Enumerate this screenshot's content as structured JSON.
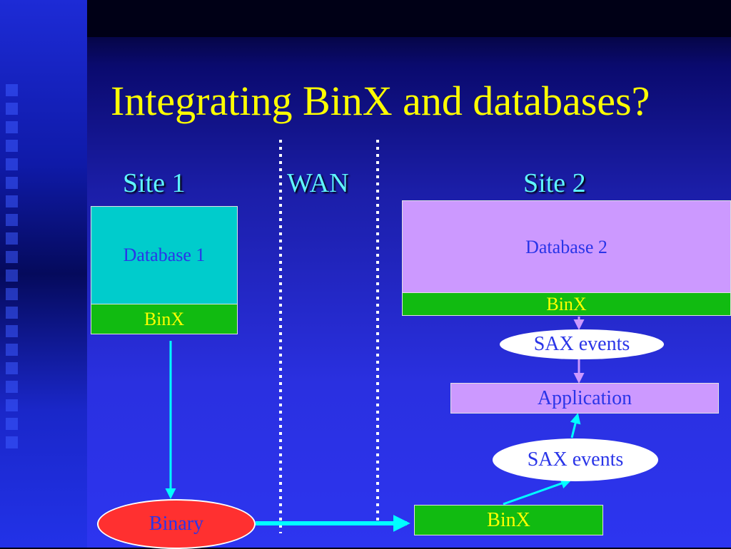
{
  "title": "Integrating BinX and databases?",
  "labels": {
    "site1": "Site 1",
    "wan": "WAN",
    "site2": "Site 2"
  },
  "site1": {
    "database": "Database 1",
    "binx": "BinX"
  },
  "site2": {
    "database": "Database 2",
    "binx": "BinX",
    "sax_events_top": "SAX events",
    "application": "Application",
    "sax_events_bottom": "SAX events",
    "binx_receiver": "BinX"
  },
  "binary": "Binary",
  "colors": {
    "title": "#ffff00",
    "site_label": "#5ff5ff",
    "arrow_cyan": "#00ffff",
    "arrow_violet": "#cc99ff",
    "database1": "#00cccc",
    "database2": "#cc99ff",
    "binx": "#11bb11",
    "binary": "#ff3030"
  }
}
